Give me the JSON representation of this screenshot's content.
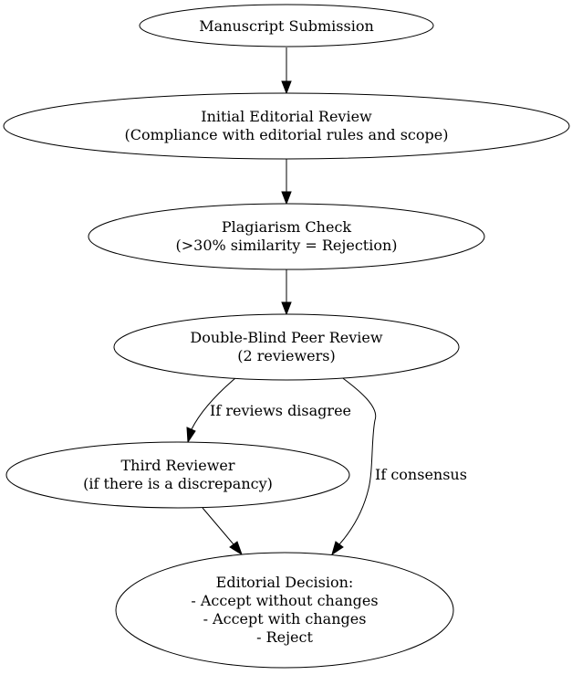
{
  "nodes": {
    "submission": {
      "lines": [
        "Manuscript Submission"
      ]
    },
    "initial_review": {
      "lines": [
        "Initial Editorial Review",
        "(Compliance with editorial rules and scope)"
      ]
    },
    "plagiarism": {
      "lines": [
        "Plagiarism Check",
        "(>30% similarity = Rejection)"
      ]
    },
    "peer_review": {
      "lines": [
        "Double-Blind Peer Review",
        "(2 reviewers)"
      ]
    },
    "third_reviewer": {
      "lines": [
        "Third Reviewer",
        "(if there is a discrepancy)"
      ]
    },
    "decision": {
      "lines": [
        "Editorial Decision:",
        "- Accept without changes",
        "- Accept with changes",
        "- Reject"
      ]
    }
  },
  "edges": {
    "disagree_label": "If reviews disagree",
    "consensus_label": "If consensus"
  }
}
